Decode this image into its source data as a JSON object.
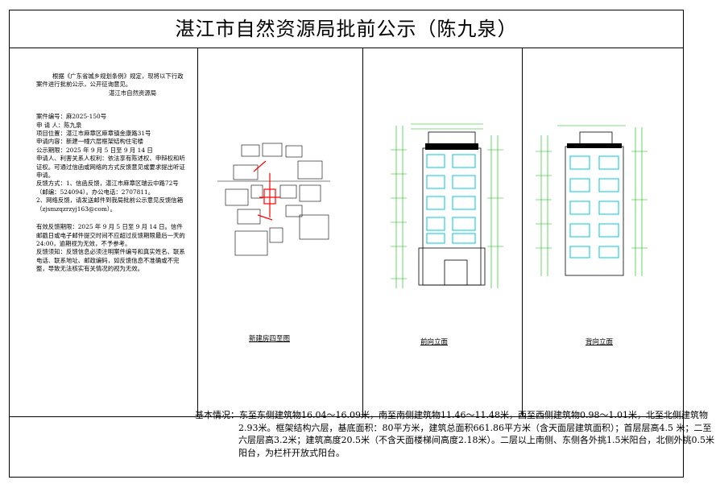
{
  "title": "湛江市自然资源局批前公示（陈九泉）",
  "notice": {
    "intro": "根据《广东省城乡规划条例》规定，现将以下行政案件进行批前公示，公开征询意见。",
    "issuer": "湛江市自然资源局",
    "case_no": "案件编号：麻2025-150号",
    "applicant": "申 请 人：陈九泉",
    "location": "项目位置：湛江市麻章区麻章镇金康路31号",
    "content": "申请内容：新建一幢六层框架结构住宅楼",
    "period": "公示期限：2025 年 9 月 5 日至 9 月 14 日",
    "rights": "申请人、利害关系人权利：依法享有陈述权、申辩权和听证权。可通过信函或网络的方式反馈意见或要求提出听证申请。",
    "feedback1": "反馈方式：1、信函反馈，湛江市麻章区瑞云中路72号（邮编：524094）。办公电话：2707811。",
    "feedback2": "2、网络反馈，请发送邮件到我局批前公示意见反馈信箱（zjsmzqzrzyj163@com）。",
    "valid_period": "有效反馈期限：2025 年 9 月 5 日至 9 月 14 日。信件邮戳日或电子邮件提交时间不应超过反馈期限最后一天的24:00，逾期视为无效，不予参考。",
    "instructions": "反馈须知：反馈信息必须注明案件编号和真实姓名、联系电话、联系地址、邮政编码，如反馈信息不准确或不完整，导致无法核实有关情况的视为无效。"
  },
  "captions": {
    "site": "新建房四至图",
    "front": "前向立面",
    "back": "背向立面"
  },
  "basic_info": "基本情况：东至东侧建筑物16.04～16.09米，南至南侧建筑物11.46～11.48米，西至西侧建筑物0.98～1.01米，北至北侧建筑物2.93米。框架结构六层，基底面积：80平方米，建筑总面积661.86平方米（含天面层建筑面积）；首层层高4.5 米；二至六层层高3.2米；建筑高度20.5米（不含天面楼梯间高度2.18米）。二层以上南侧、东侧各外挑1.5米阳台，北侧外挑0.5米阳台，为栏杆开放式阳台。",
  "colors": {
    "dimension": "#00c000",
    "glass": "#00c8e0",
    "highlight": "#ff0000",
    "outline": "#000000"
  }
}
